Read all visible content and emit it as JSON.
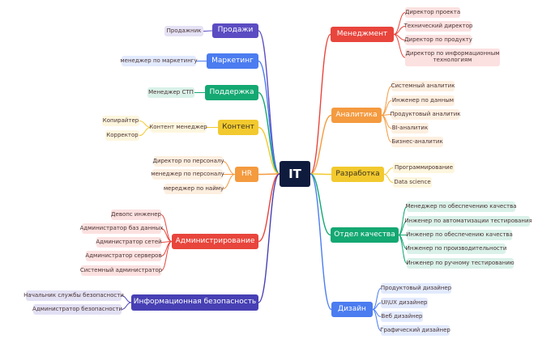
{
  "center": "IT",
  "branches": {
    "sales": {
      "label": "Продажи",
      "color": "#5b4cc2",
      "leaves": [
        "Продажник"
      ]
    },
    "marketing": {
      "label": "Маркетинг",
      "color": "#4b7cf0",
      "leaves": [
        "менеджер по маркетингу"
      ]
    },
    "support": {
      "label": "Поддержка",
      "color": "#14a873",
      "leaves": [
        "Менеджер СТП"
      ]
    },
    "content": {
      "label": "Контент",
      "color": "#f2c92e",
      "sub": "Контент менеджер",
      "leaves": [
        "Копирайтер",
        "Корректор"
      ]
    },
    "hr": {
      "label": "HR",
      "color": "#f49a3f",
      "leaves": [
        "Директор по персоналу",
        "менеджер по персоналу",
        "мереджер по найму"
      ]
    },
    "admin": {
      "label": "Администрирование",
      "color": "#e8453c",
      "leaves": [
        "Девопс инженер",
        "Администратор баз данных",
        "Администратор сетей",
        "Администратор серверов",
        "Системный администратор"
      ]
    },
    "security": {
      "label": "Информационная безопасность",
      "color": "#4740b4",
      "leaves": [
        "Начальник службы безопасности",
        "Администратор безопасности"
      ]
    },
    "management": {
      "label": "Менеджмент",
      "color": "#e8453c",
      "leaves": [
        "Директор проекта",
        "Технический директор",
        "Директор по продукту",
        "Директор по информационным технологиям"
      ]
    },
    "analytics": {
      "label": "Аналитика",
      "color": "#f49a3f",
      "leaves": [
        "Системный аналитик",
        "Инженер по данным",
        "Продуктовый аналитик",
        "BI-аналитик",
        "Бизнес-аналитик"
      ]
    },
    "development": {
      "label": "Разработка",
      "color": "#f2c92e",
      "leaves": [
        "Программирование",
        "Data science"
      ]
    },
    "qa": {
      "label": "Отдел качества",
      "color": "#14a873",
      "leaves": [
        "Менеджер по обеспечению качества",
        "Инженер по автоматизации тестирования",
        "Инженер по обеспечению качества",
        "Инженер по производительности",
        "Инженер по ручному тестированию"
      ]
    },
    "design": {
      "label": "Дизайн",
      "color": "#4b7cf0",
      "leaves": [
        "Продуктовый дизайнер",
        "UI\\UX дизайнер",
        "Веб дизайнер",
        "Графический дизайнер"
      ]
    }
  }
}
